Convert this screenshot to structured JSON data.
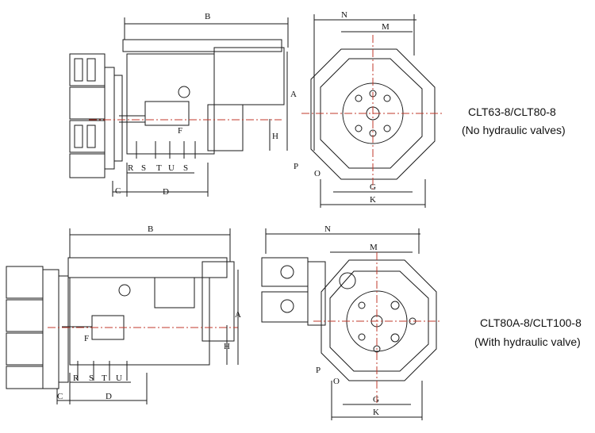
{
  "diagrams": [
    {
      "caption_models": "CLT63-8/CLT80-8",
      "caption_note": "(No hydraulic valves)",
      "side_view_dims": [
        "B",
        "A",
        "H",
        "F",
        "C",
        "D",
        "R",
        "S",
        "T",
        "U",
        "S"
      ],
      "front_view_dims": [
        "N",
        "M",
        "P",
        "O",
        "G",
        "K"
      ]
    },
    {
      "caption_models": "CLT80A-8/CLT100-8",
      "caption_note": "(With hydraulic valve)",
      "side_view_dims": [
        "B",
        "A",
        "H",
        "F",
        "C",
        "D",
        "R",
        "S",
        "T",
        "U"
      ],
      "front_view_dims": [
        "N",
        "M",
        "P",
        "O",
        "G",
        "K"
      ]
    }
  ]
}
